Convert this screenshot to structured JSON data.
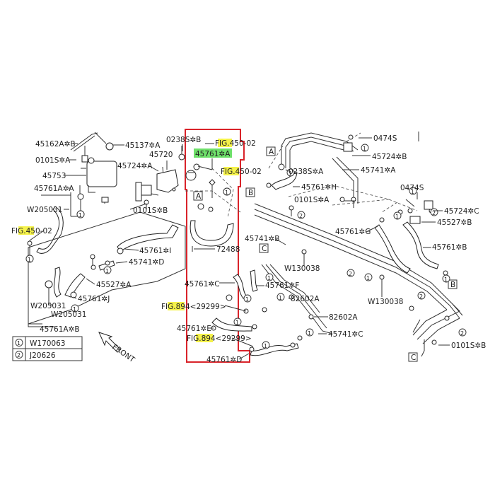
{
  "colors": {
    "highlight_yellow": "#f5f24a",
    "highlight_green": "#6ee06a",
    "selection_red": "#d9232a"
  },
  "labels": {
    "p45162A_B": "45162A✲B",
    "p45137_A": "45137✲A",
    "p0238S_B": "0238S✲B",
    "fig450_02_top": "FIG.450-02",
    "p45761_A_sel": "45761✲A",
    "p45720": "45720",
    "p45724_A": "45724✲A",
    "p0101S_A": "0101S✲A",
    "p45753": "45753",
    "p45761A_A": "45761A✲A",
    "W205031_a": "W205031",
    "fig450_02_left": "FIG.450-02",
    "fig450_02_mid": "FIG.450-02",
    "p0101S_B": "0101S✲B",
    "p45761_I": "45761✲I",
    "p45741_D": "45741✲D",
    "p45527_A": "45527✲A",
    "p45761_J": "45761✲J",
    "W205031_b": "W205031",
    "W205031_c": "W205031",
    "p45761A_B": "45761A✲B",
    "p72488": "72488",
    "p0474S_top": "0474S",
    "p45724_B": "45724✲B",
    "p45741_A": "45741✲A",
    "p0238S_A": "0238S✲A",
    "p45761_H": "45761✲H",
    "p0101S_A2": "0101S✲A",
    "p0474S_r": "0474S",
    "p45724_C": "45724✲C",
    "p45527_B": "45527✲B",
    "p45741_B": "45741✲B",
    "p45761_G": "45761✲G",
    "p45761_B": "45761✲B",
    "W130038_a": "W130038",
    "W130038_b": "W130038",
    "p45761_C": "45761✲C",
    "p45761_F": "45761✲F",
    "p82602A_a": "82602A",
    "p82602A_b": "82602A",
    "fig894_a": "FIG.894<29299>",
    "fig894_b": "FIG.894<29299>",
    "p45761_E": "45761✲E",
    "p45741_C": "45741✲C",
    "p45761_D": "45761✲D",
    "p0101S_B2": "0101S✲B",
    "front": "FRONT",
    "ref_A1": "A",
    "ref_A2": "A",
    "ref_B1": "B",
    "ref_B2": "B",
    "ref_C1": "C",
    "ref_C2": "C",
    "num1": "1",
    "num2": "2"
  },
  "legend": [
    {
      "num": "1",
      "code": "W170063"
    },
    {
      "num": "2",
      "code": "J20626"
    }
  ]
}
